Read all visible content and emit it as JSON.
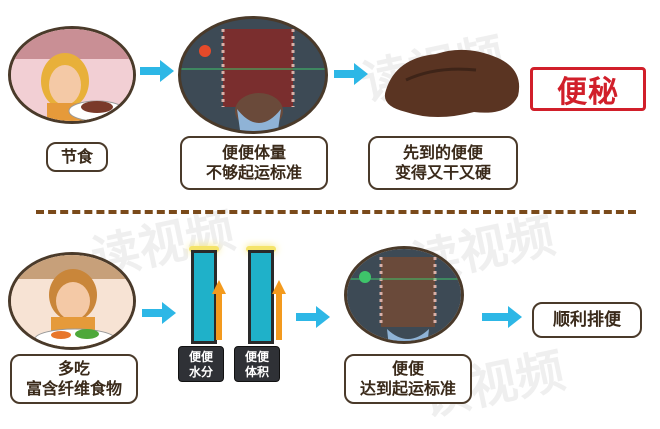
{
  "top": {
    "badge": "便秘",
    "label1": "节食",
    "label2": [
      "便便体量",
      "不够起运标准"
    ],
    "label3": [
      "先到的便便",
      "变得又干又硬"
    ]
  },
  "bottom": {
    "label1": [
      "多吃",
      "富含纤维食物"
    ],
    "tag1": [
      "便便",
      "水分"
    ],
    "tag2": [
      "便便",
      "体积"
    ],
    "label3": [
      "便便",
      "达到起运标准"
    ],
    "result": "顺利排便"
  },
  "watermark": [
    "读视频",
    "读视频",
    "读视频",
    "读视频"
  ],
  "colors": {
    "arrow": "#2db7e6",
    "up_arrow": "#f39a1e",
    "tube": "#1fb1c9",
    "badge": "#d11f2a"
  }
}
